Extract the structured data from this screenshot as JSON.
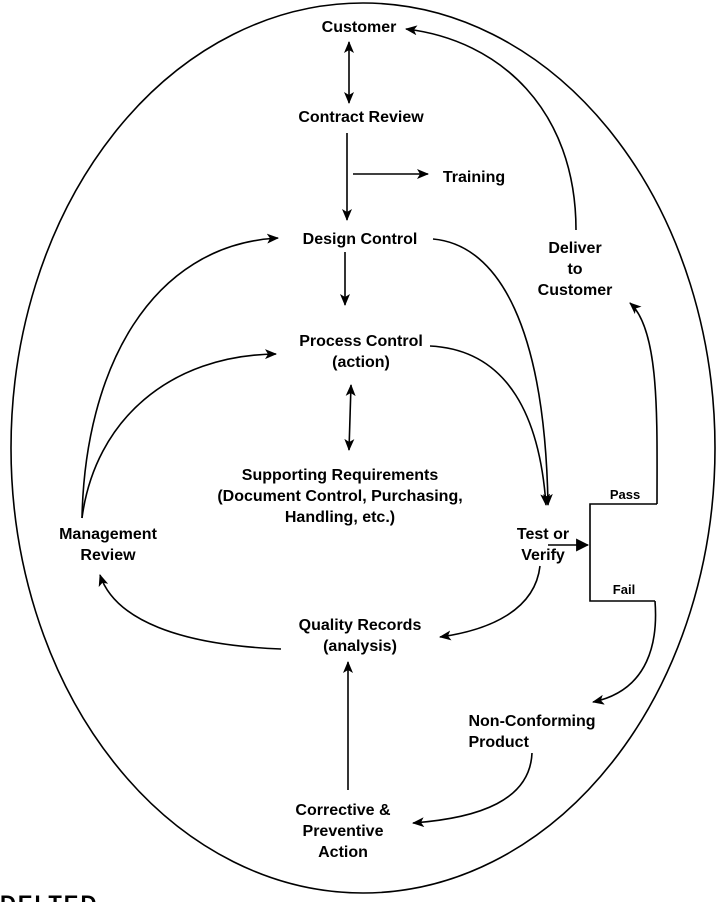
{
  "diagram": {
    "title": "Quality System Process Cycle",
    "colors": {
      "stroke": "#000000",
      "background": "#ffffff",
      "text": "#000000"
    },
    "nodes": {
      "customer": {
        "lines": [
          "Customer"
        ]
      },
      "contract_review": {
        "lines": [
          "Contract Review"
        ]
      },
      "training": {
        "lines": [
          "Training"
        ]
      },
      "design_control": {
        "lines": [
          "Design Control"
        ]
      },
      "deliver_to_customer": {
        "lines": [
          "Deliver",
          "to",
          "Customer"
        ]
      },
      "process_control": {
        "lines": [
          "Process Control",
          "(action)"
        ]
      },
      "supporting_requirements": {
        "lines": [
          "Supporting Requirements",
          "(Document Control, Purchasing,",
          "Handling, etc.)"
        ]
      },
      "management_review": {
        "lines": [
          "Management",
          "Review"
        ]
      },
      "test_or_verify": {
        "lines": [
          "Test or",
          "Verify"
        ]
      },
      "quality_records": {
        "lines": [
          "Quality Records",
          "(analysis)"
        ]
      },
      "non_conforming_product": {
        "lines": [
          "Non-Conforming",
          "Product"
        ]
      },
      "corrective_preventive_action": {
        "lines": [
          "Corrective &",
          "Preventive",
          "Action"
        ]
      }
    },
    "branch_labels": {
      "pass": "Pass",
      "fail": "Fail"
    },
    "edges": [
      {
        "from": "customer",
        "to": "contract_review",
        "type": "bidirectional"
      },
      {
        "from": "contract_review",
        "to": "design_control",
        "type": "directed"
      },
      {
        "from": "contract_review",
        "to": "training",
        "type": "directed"
      },
      {
        "from": "design_control",
        "to": "process_control",
        "type": "directed"
      },
      {
        "from": "process_control",
        "to": "supporting_requirements",
        "type": "bidirectional"
      },
      {
        "from": "design_control",
        "to": "test_or_verify",
        "type": "directed"
      },
      {
        "from": "process_control",
        "to": "test_or_verify",
        "type": "directed"
      },
      {
        "from": "test_or_verify",
        "to": "pass_fail_branch",
        "type": "directed"
      },
      {
        "from": "pass_fail_branch",
        "to": "deliver_to_customer",
        "type": "directed",
        "label": "Pass"
      },
      {
        "from": "deliver_to_customer",
        "to": "customer",
        "type": "directed"
      },
      {
        "from": "pass_fail_branch",
        "to": "non_conforming_product",
        "type": "directed",
        "label": "Fail"
      },
      {
        "from": "test_or_verify",
        "to": "quality_records",
        "type": "directed"
      },
      {
        "from": "non_conforming_product",
        "to": "corrective_preventive_action",
        "type": "directed"
      },
      {
        "from": "corrective_preventive_action",
        "to": "quality_records",
        "type": "directed"
      },
      {
        "from": "quality_records",
        "to": "management_review",
        "type": "directed"
      },
      {
        "from": "management_review",
        "to": "design_control",
        "type": "directed"
      },
      {
        "from": "management_review",
        "to": "process_control",
        "type": "directed"
      }
    ],
    "footer_fragment": "DELTED"
  }
}
